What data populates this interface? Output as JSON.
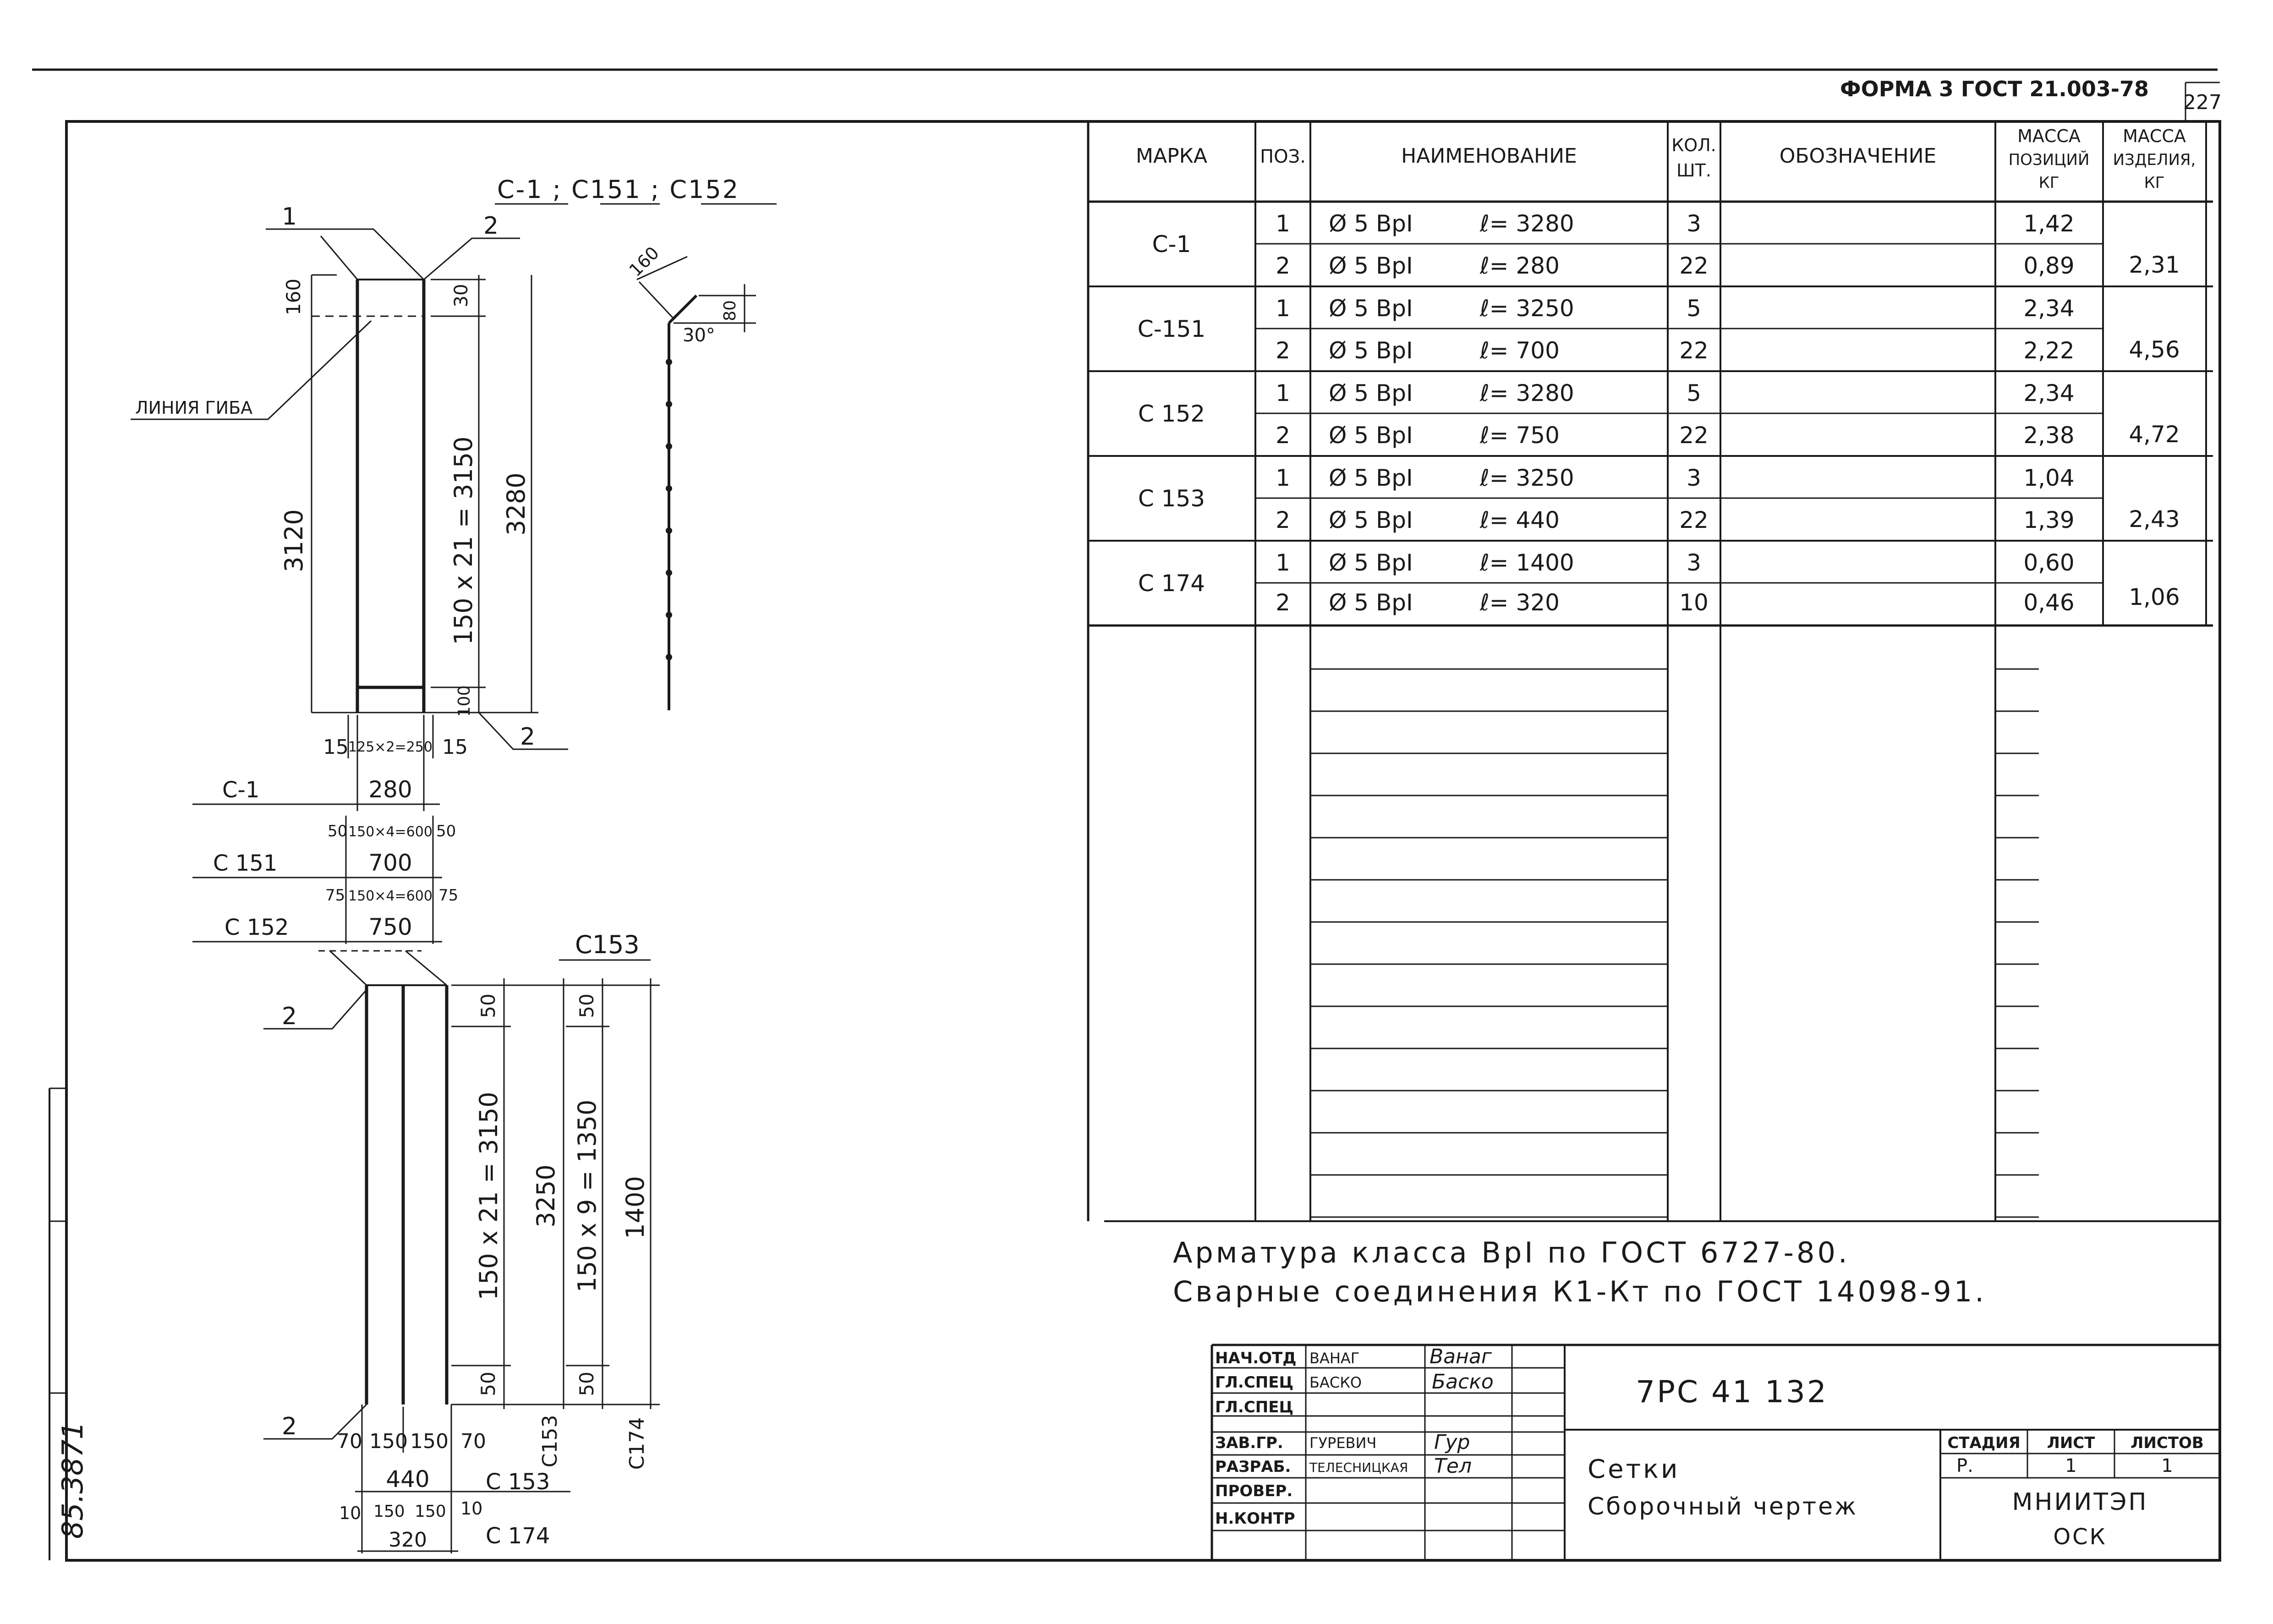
{
  "form_label": "ФОРМА 3 ГОСТ 21.003-78",
  "sheet_number": "227",
  "margin_stamp": "85.3871",
  "spec_table": {
    "headers": {
      "mark": "МАРКА",
      "pos": "ПОЗ.",
      "name": "НАИМЕНОВАНИЕ",
      "qty_l1": "КОЛ.",
      "qty_l2": "ШТ.",
      "designation": "ОБОЗНАЧЕНИЕ",
      "mass_pos_l1": "МАССА",
      "mass_pos_l2": "ПОЗИЦИЙ",
      "mass_pos_l3": "КГ",
      "mass_item_l1": "МАССА",
      "mass_item_l2": "ИЗДЕЛИЯ,",
      "mass_item_l3": "КГ"
    },
    "groups": [
      {
        "mark": "С-1",
        "total": "2,31",
        "rows": [
          {
            "pos": "1",
            "bar": "Ø 5 ВрI",
            "len": "ℓ= 3280",
            "qty": "3",
            "mass": "1,42"
          },
          {
            "pos": "2",
            "bar": "Ø 5 ВрI",
            "len": "ℓ= 280",
            "qty": "22",
            "mass": "0,89"
          }
        ]
      },
      {
        "mark": "С-151",
        "total": "4,56",
        "rows": [
          {
            "pos": "1",
            "bar": "Ø 5 ВрI",
            "len": "ℓ= 3250",
            "qty": "5",
            "mass": "2,34"
          },
          {
            "pos": "2",
            "bar": "Ø 5 ВрI",
            "len": "ℓ= 700",
            "qty": "22",
            "mass": "2,22"
          }
        ]
      },
      {
        "mark": "С 152",
        "total": "4,72",
        "rows": [
          {
            "pos": "1",
            "bar": "Ø 5 ВрI",
            "len": "ℓ= 3280",
            "qty": "5",
            "mass": "2,34"
          },
          {
            "pos": "2",
            "bar": "Ø 5 ВрI",
            "len": "ℓ= 750",
            "qty": "22",
            "mass": "2,38"
          }
        ]
      },
      {
        "mark": "С 153",
        "total": "2,43",
        "rows": [
          {
            "pos": "1",
            "bar": "Ø 5 ВрI",
            "len": "ℓ= 3250",
            "qty": "3",
            "mass": "1,04"
          },
          {
            "pos": "2",
            "bar": "Ø 5 ВрI",
            "len": "ℓ= 440",
            "qty": "22",
            "mass": "1,39"
          }
        ]
      },
      {
        "mark": "С 174",
        "total": "1,06",
        "rows": [
          {
            "pos": "1",
            "bar": "Ø 5 ВрI",
            "len": "ℓ= 1400",
            "qty": "3",
            "mass": "0,60"
          },
          {
            "pos": "2",
            "bar": "Ø 5 ВрI",
            "len": "ℓ= 320",
            "qty": "10",
            "mass": "0,46"
          }
        ]
      }
    ]
  },
  "notes": [
    "Арматура класса ВрI по ГОСТ 6727-80.",
    "Сварные соединения К1-Кт по ГОСТ 14098-91."
  ],
  "title_block": {
    "roles": [
      {
        "role": "НАЧ.ОТД",
        "name": "ВАНАГ",
        "sign": "Ванаг"
      },
      {
        "role": "ГЛ.СПЕЦ",
        "name": "БАСКО",
        "sign": "Баско"
      },
      {
        "role": "ГЛ.СПЕЦ",
        "name": "",
        "sign": ""
      },
      {
        "role": "ЗАВ.ГР.",
        "name": "ГУРЕВИЧ",
        "sign": "Гур"
      },
      {
        "role": "РАЗРАБ.",
        "name": "ТЕЛЕСНИЦКАЯ",
        "sign": "Тел"
      },
      {
        "role": "ПРОВЕР.",
        "name": "",
        "sign": ""
      },
      {
        "role": "Н.КОНТР",
        "name": "",
        "sign": ""
      }
    ],
    "code": "7РС 41 132",
    "title_l1": "Сетки",
    "title_l2": "Сборочный чертеж",
    "stage_label": "СТАДИЯ",
    "sheet_label": "ЛИСТ",
    "sheets_label": "ЛИСТОВ",
    "stage": "Р.",
    "sheet": "1",
    "sheets": "1",
    "org_l1": "МНИИТЭП",
    "org_l2": "ОСК"
  },
  "drawing": {
    "title_marks": "С-1 ; С151 ; С152",
    "title_c153": "С153",
    "callout_1": "1",
    "callout_2": "2",
    "bend_line_label": "ЛИНИЯ ГИБА",
    "dim_160": "160",
    "dim_30": "30",
    "dim_3120": "3120",
    "dim_3150": "150 х 21 = 3150",
    "dim_3280": "3280",
    "dim_100": "100",
    "dim_15": "15",
    "dim_125": "125×2=250",
    "mark_c1": "С-1",
    "dim_280": "280",
    "dim_50": "50",
    "dim_150x4": "150×4=600",
    "mark_c151": "С 151",
    "dim_700": "700",
    "dim_75": "75",
    "mark_c152": "С 152",
    "dim_750": "750",
    "side_160": "160",
    "side_80": "80",
    "side_angle": "30°",
    "dim_3250": "3250",
    "dim_1350": "150 х 9 = 1350",
    "dim_1400": "1400",
    "mark_c153": "С153",
    "mark_c174": "С174",
    "dim_70": "70",
    "dim_150": "150",
    "dim_440": "440",
    "dim_10": "10",
    "dim_320": "320",
    "label_c153": "С 153",
    "label_c174": "С 174"
  }
}
